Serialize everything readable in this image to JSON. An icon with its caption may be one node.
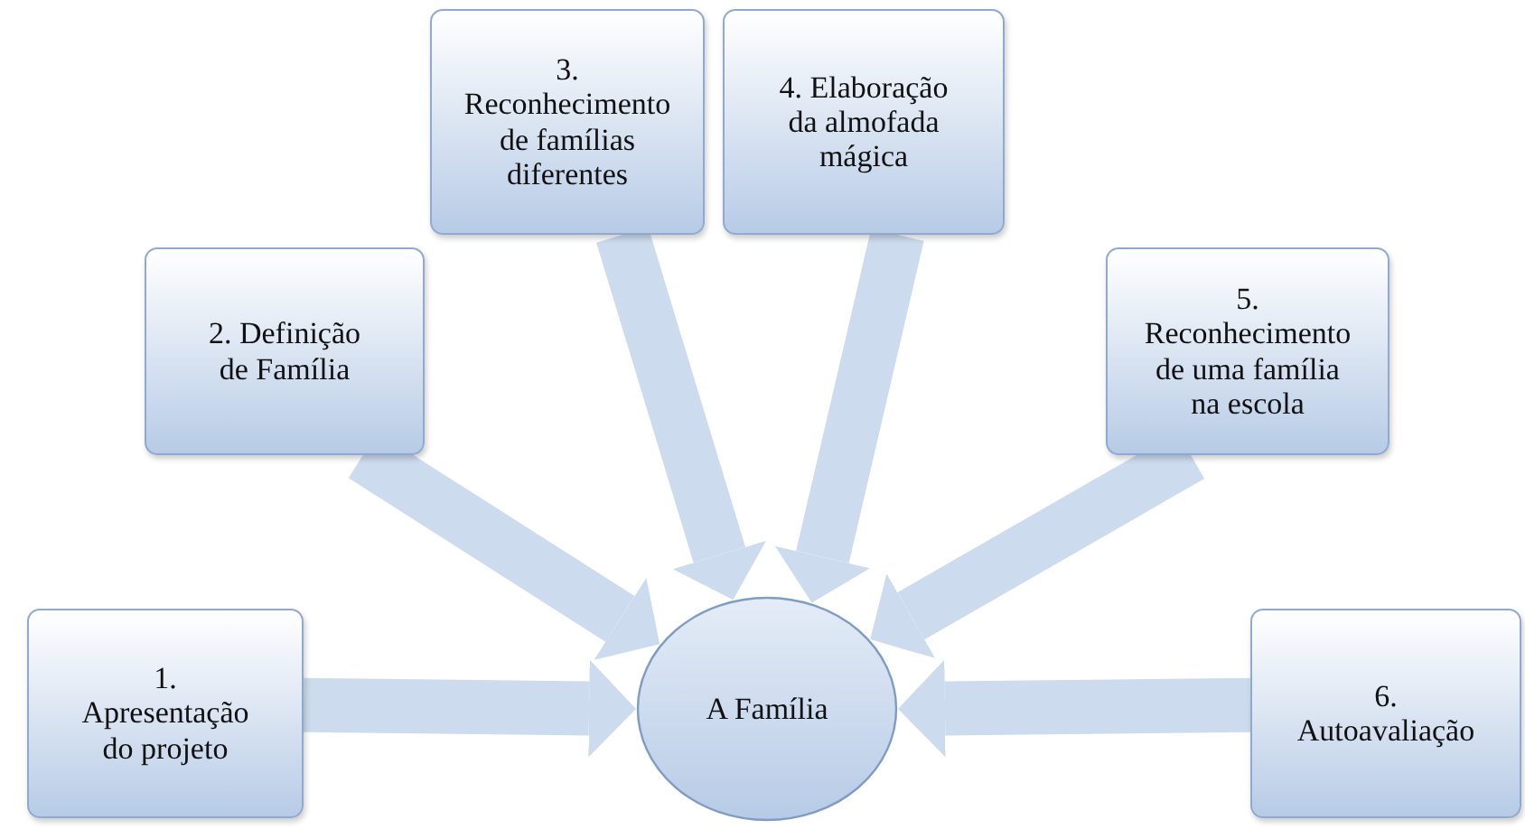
{
  "diagram": {
    "nodes": [
      {
        "text": [
          "1. Apresentação do projeto"
        ]
      },
      {
        "text": [
          "2. Definição de Família"
        ]
      },
      {
        "text": [
          "3. Reconhecimento de famílias diferentes"
        ]
      },
      {
        "text": [
          "4. Elaboração da almofada mágica"
        ]
      },
      {
        "text": [
          "5. Reconhecimento de uma família na escola"
        ]
      },
      {
        "text": [
          "6. Autoavaliação"
        ]
      },
      {
        "text": [
          "A Família"
        ]
      }
    ],
    "edges": [
      {
        "from": 0,
        "to": 6,
        "arrow": "to"
      },
      {
        "from": 1,
        "to": 6,
        "arrow": "to"
      },
      {
        "from": 2,
        "to": 6,
        "arrow": "to"
      },
      {
        "from": 3,
        "to": 6,
        "arrow": "to"
      },
      {
        "from": 4,
        "to": 6,
        "arrow": "to"
      },
      {
        "from": 5,
        "to": 6,
        "arrow": "to"
      }
    ]
  }
}
